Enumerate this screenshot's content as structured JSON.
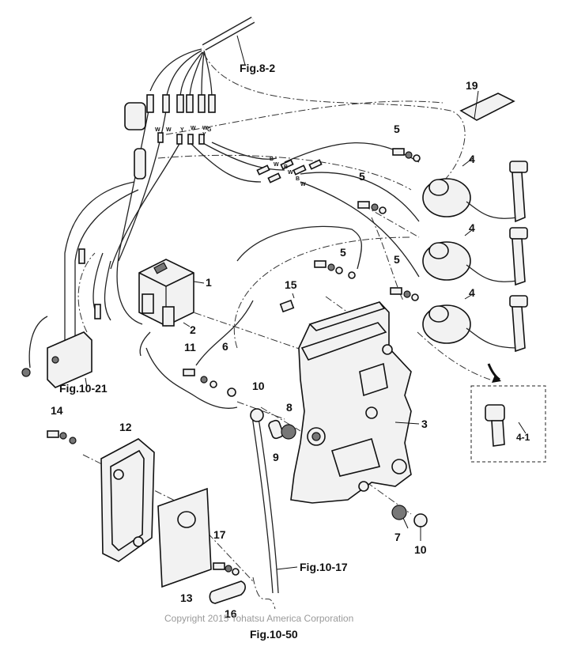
{
  "callouts": {
    "c1": "1",
    "c2": "2",
    "c3": "3",
    "c4a": "4",
    "c4b": "4",
    "c4c": "4",
    "c41": "4-1",
    "c5a": "5",
    "c5b": "5",
    "c5c": "5",
    "c5d": "5",
    "c6": "6",
    "c7": "7",
    "c8": "8",
    "c9": "9",
    "c10a": "10",
    "c10b": "10",
    "c11": "11",
    "c12": "12",
    "c13": "13",
    "c14": "14",
    "c15": "15",
    "c16": "16",
    "c17": "17",
    "c19": "19"
  },
  "figure_refs": {
    "f82": "Fig.8-2",
    "f1021": "Fig.10-21",
    "f1017": "Fig.10-17",
    "f1050": "Fig.10-50"
  },
  "wire_codes": {
    "w1": "W",
    "w2": "W",
    "w3": "Y",
    "w4": "W",
    "w5": "W",
    "w6": "B",
    "w7": "B",
    "w8": "B",
    "s1": "W",
    "s2": "W",
    "s3": "W",
    "s4": "Y",
    "s5": "G"
  },
  "copyright": "Copyright 2015 Tohatsu America Corporation"
}
